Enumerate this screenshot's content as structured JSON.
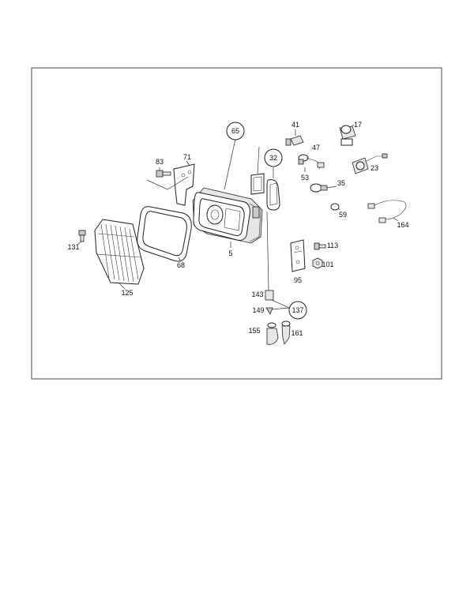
{
  "colors": {
    "frame": "#444444",
    "line": "#222222",
    "fill_light": "#e6e6e6",
    "fill_mid": "#c9c9c9",
    "background": "#ffffff"
  },
  "callouts": {
    "c65": "65",
    "c32": "32",
    "c137": "137"
  },
  "labels": {
    "l41": "41",
    "l17": "17",
    "l47": "47",
    "l23": "23",
    "l53": "53",
    "l35": "35",
    "l59": "59",
    "l164": "164",
    "l83": "83",
    "l71": "71",
    "l131": "131",
    "l68": "68",
    "l5": "5",
    "l125": "125",
    "l113": "113",
    "l101": "101",
    "l95": "95",
    "l143": "143",
    "l149": "149",
    "l155": "155",
    "l161": "161"
  }
}
